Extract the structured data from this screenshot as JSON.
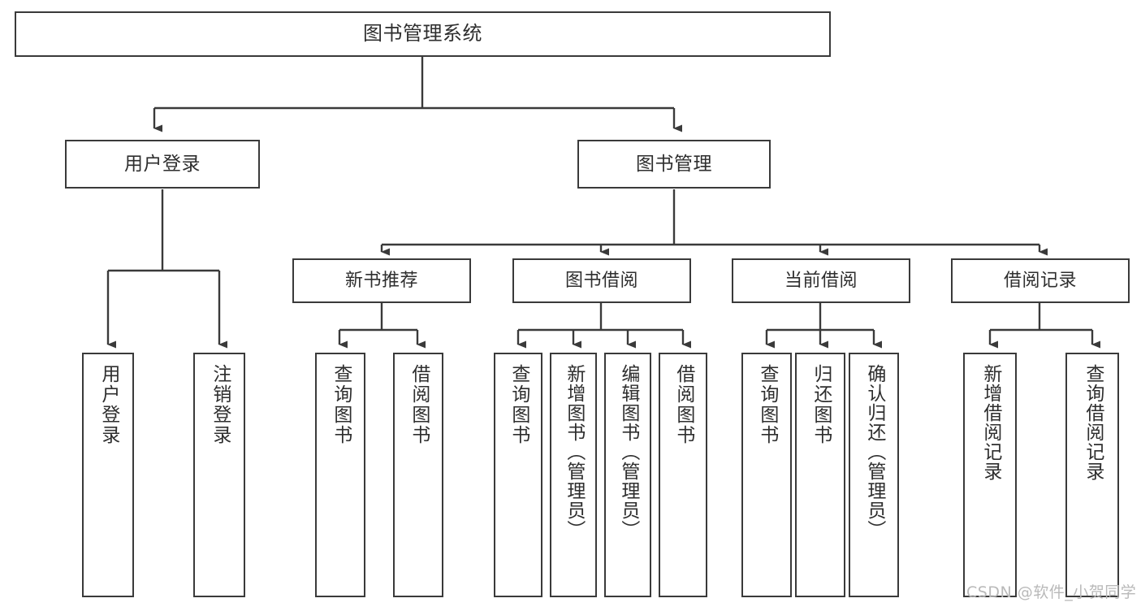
{
  "diagram": {
    "title": "图书管理系统",
    "type": "tree-hierarchy",
    "orientation": "top-down",
    "stroke_color": "#3a3a3a",
    "fill_color": "#ffffff",
    "text_color": "#2e2e2e",
    "root": {
      "label": "图书管理系统"
    },
    "level1": [
      {
        "label": "用户登录"
      },
      {
        "label": "图书管理"
      }
    ],
    "level2": [
      {
        "label": "新书推荐"
      },
      {
        "label": "图书借阅"
      },
      {
        "label": "当前借阅"
      },
      {
        "label": "借阅记录"
      }
    ],
    "leaves": {
      "user_login": [
        {
          "label": "用户登录"
        },
        {
          "label": "注销登录"
        }
      ],
      "new_book_recommend": [
        {
          "label": "查询图书"
        },
        {
          "label": "借阅图书"
        }
      ],
      "book_borrow": [
        {
          "label": "查询图书"
        },
        {
          "label": "新增图书（管理员）"
        },
        {
          "label": "编辑图书（管理员）"
        },
        {
          "label": "借阅图书"
        }
      ],
      "current_borrow": [
        {
          "label": "查询图书"
        },
        {
          "label": "归还图书"
        },
        {
          "label": "确认归还（管理员）"
        }
      ],
      "borrow_record": [
        {
          "label": "新增借阅记录"
        },
        {
          "label": "查询借阅记录"
        }
      ]
    }
  },
  "watermark": {
    "text": "CSDN @软件_小贺同学"
  }
}
